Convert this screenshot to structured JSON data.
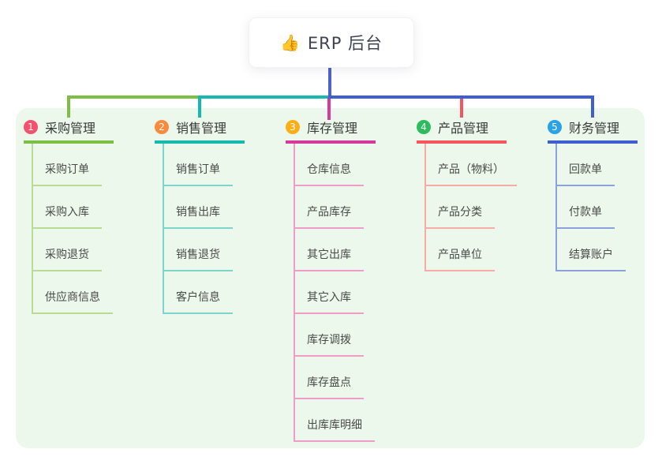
{
  "root": {
    "icon": "👍",
    "label": "ERP 后台"
  },
  "colors": {
    "panel_bg": "#ecf8eb",
    "root_stem": "#4c63cb",
    "root_text": "#3d4352"
  },
  "branches": [
    {
      "num": "1",
      "label": "采购管理",
      "badge_color": "#f4516c",
      "line_color": "#7fbe45",
      "child_line_color": "#b9dc92",
      "children": [
        "采购订单",
        "采购入库",
        "采购退货",
        "供应商信息"
      ]
    },
    {
      "num": "2",
      "label": "销售管理",
      "badge_color": "#fb8a3e",
      "line_color": "#17b9ae",
      "child_line_color": "#7ed3cc",
      "children": [
        "销售订单",
        "销售出库",
        "销售退货",
        "客户信息"
      ]
    },
    {
      "num": "3",
      "label": "库存管理",
      "badge_color": "#fbae17",
      "line_color": "#d6399b",
      "child_line_color": "#ef9cc9",
      "children": [
        "仓库信息",
        "产品库存",
        "其它出库",
        "其它入库",
        "库存调拨",
        "库存盘点",
        "出库库明细"
      ]
    },
    {
      "num": "4",
      "label": "产品管理",
      "badge_color": "#2dbd5f",
      "line_color": "#f5555e",
      "child_line_color": "#f8aba5",
      "children": [
        "产品（物料）",
        "产品分类",
        "产品单位"
      ]
    },
    {
      "num": "5",
      "label": "财务管理",
      "badge_color": "#2aa2e4",
      "line_color": "#3f5ed0",
      "child_line_color": "#8da2da",
      "children": [
        "回款单",
        "付款单",
        "结算账户"
      ]
    }
  ]
}
